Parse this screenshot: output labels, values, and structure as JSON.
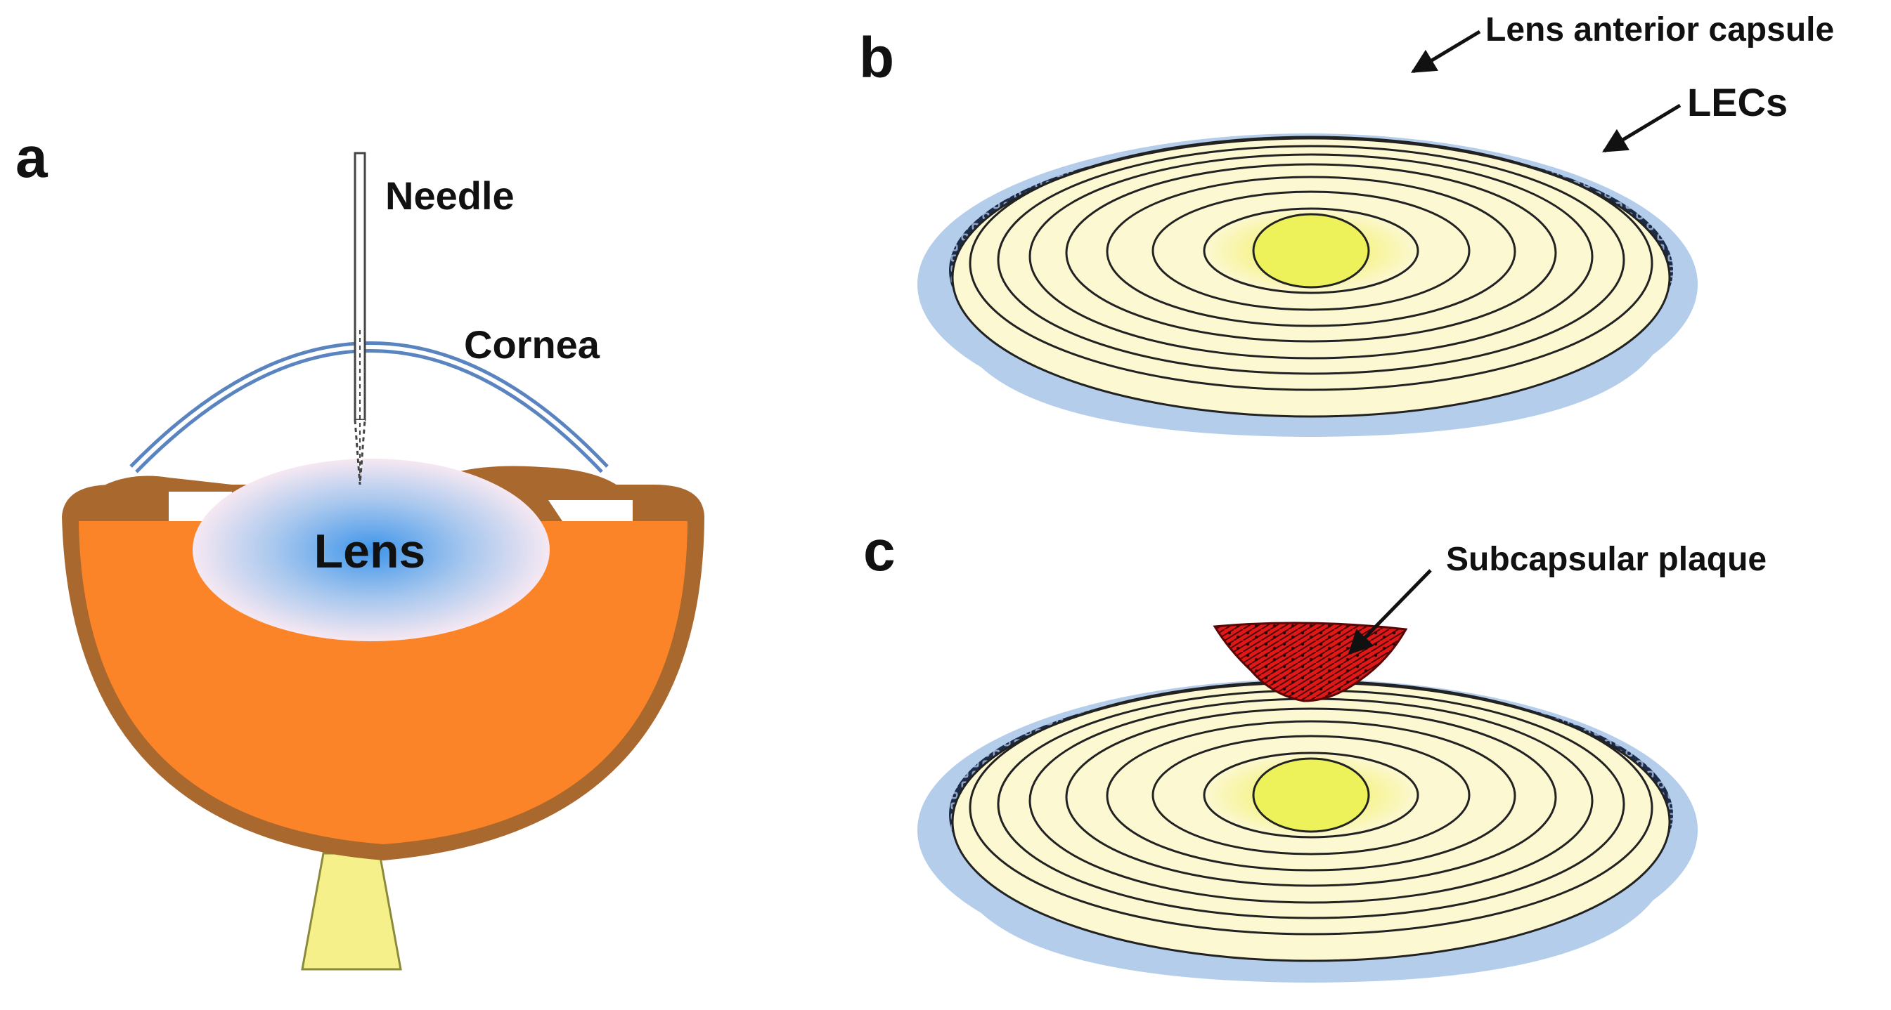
{
  "panels": {
    "a": {
      "letter": "a",
      "needle_label": "Needle",
      "cornea_label": "Cornea",
      "lens_label": "Lens"
    },
    "b": {
      "letter": "b",
      "capsule_label": "Lens anterior capsule",
      "lecs_label": "LECs"
    },
    "c": {
      "letter": "c",
      "plaque_label": "Subcapsular plaque"
    }
  },
  "colors": {
    "eye_body": "#fb8428",
    "eye_rim": "#a8682e",
    "optic_nerve": "#f5f08a",
    "cornea": "#5a84c0",
    "lens_center": "#4a9be8",
    "lens_edge": "#f4e4f0",
    "capsule": "#b3cdea",
    "lec": "#1c2c48",
    "lens_fiber_outer": "#fbf6c8",
    "lens_fiber_inner": "#eaf062",
    "plaque": "#e01a1a"
  },
  "icons": [
    "needle-icon",
    "arrow-icon"
  ]
}
